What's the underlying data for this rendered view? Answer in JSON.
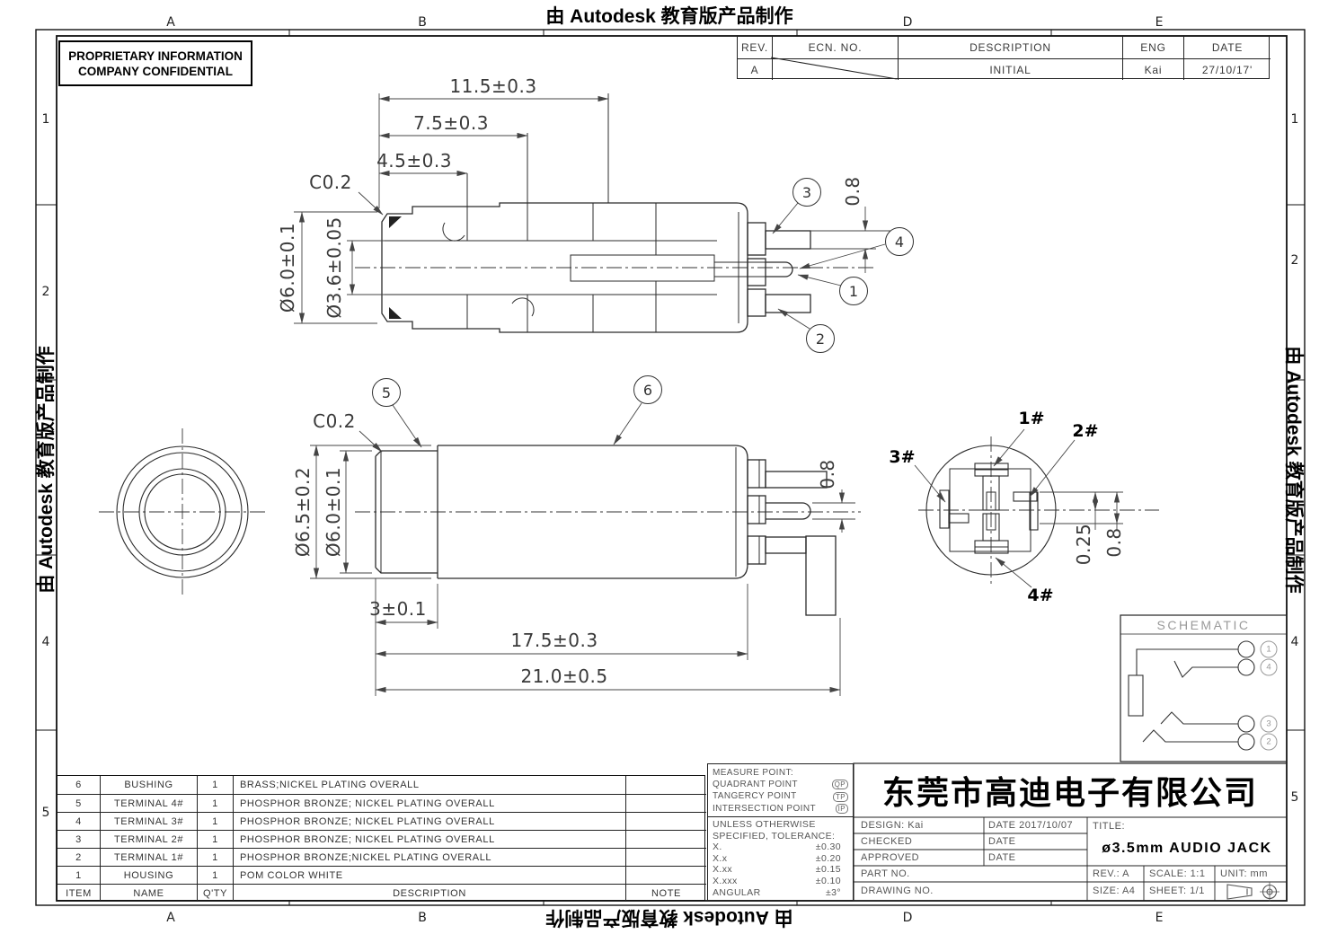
{
  "watermark": "由 Autodesk 教育版产品制作",
  "zones": {
    "cols": [
      "A",
      "B",
      "D",
      "E"
    ],
    "rows": [
      "1",
      "2",
      "4",
      "5"
    ]
  },
  "stamp": {
    "line1": "PROPRIETARY INFORMATION",
    "line2": "COMPANY CONFIDENTIAL"
  },
  "revision_table": {
    "headers": [
      "REV.",
      "ECN.  NO.",
      "DESCRIPTION",
      "ENG",
      "DATE"
    ],
    "row": {
      "rev": "A",
      "description": "INITIAL",
      "eng": "Kai",
      "date": "27/10/17'"
    }
  },
  "upper_view": {
    "dim_11_5": "11.5±0.3",
    "dim_7_5": "7.5±0.3",
    "dim_4_5": "4.5±0.3",
    "chamfer": "C0.2",
    "dia_6_0": "Ø6.0±0.1",
    "dia_3_6": "Ø3.6±0.05",
    "dim_0_8": "0.8"
  },
  "lower_view": {
    "chamfer": "C0.2",
    "dia_6_5": "Ø6.5±0.2",
    "dia_6_0": "Ø6.0±0.1",
    "dim_3": "3±0.1",
    "dim_17_5": "17.5±0.3",
    "dim_21": "21.0±0.5",
    "dim_0_8": "0.8"
  },
  "rear_view": {
    "pin1": "1#",
    "pin2": "2#",
    "pin3": "3#",
    "pin4": "4#",
    "dim_0_25": "0.25",
    "dim_0_8": "0.8"
  },
  "balloons": [
    "1",
    "2",
    "3",
    "4",
    "5",
    "6"
  ],
  "schematic": {
    "title": "SCHEMATIC",
    "pins": [
      "1",
      "4",
      "3",
      "2"
    ]
  },
  "bom": {
    "headers": [
      "ITEM",
      "NAME",
      "Q'TY",
      "DESCRIPTION",
      "NOTE"
    ],
    "rows": [
      {
        "item": "6",
        "name": "BUSHING",
        "qty": "1",
        "desc": "BRASS;NICKEL  PLATING  OVERALL"
      },
      {
        "item": "5",
        "name": "TERMINAL  4#",
        "qty": "1",
        "desc": "PHOSPHOR  BRONZE;  NICKEL  PLATING  OVERALL"
      },
      {
        "item": "4",
        "name": "TERMINAL  3#",
        "qty": "1",
        "desc": "PHOSPHOR  BRONZE;  NICKEL  PLATING  OVERALL"
      },
      {
        "item": "3",
        "name": "TERMINAL  2#",
        "qty": "1",
        "desc": "PHOSPHOR  BRONZE;  NICKEL  PLATING  OVERALL"
      },
      {
        "item": "2",
        "name": "TERMINAL  1#",
        "qty": "1",
        "desc": "PHOSPHOR  BRONZE;NICKEL  PLATING  OVERALL"
      },
      {
        "item": "1",
        "name": "HOUSING",
        "qty": "1",
        "desc": "POM    COLOR  WHITE"
      }
    ]
  },
  "measure_point": {
    "title": "MEASURE  POINT:",
    "quadrant": "QUADRANT  POINT",
    "quadrant_badge": "QP",
    "tangercy": "TANGERCY  POINT",
    "tangercy_badge": "TP",
    "intersection": "INTERSECTION  POINT",
    "intersection_badge": "IP",
    "tol_line1": "UNLESS  OTHERWISE",
    "tol_line2": "SPECIFIED,  TOLERANCE:",
    "tols": [
      {
        "k": "X.",
        "v": "±0.30"
      },
      {
        "k": "X.x",
        "v": "±0.20"
      },
      {
        "k": "X.xx",
        "v": "±0.15"
      },
      {
        "k": "X.xxx",
        "v": "±0.10"
      },
      {
        "k": "ANGULAR",
        "v": "±3°"
      }
    ]
  },
  "title_block": {
    "company": "东莞市高迪电子有限公司",
    "design": "DESIGN:  Kai",
    "design_date": "DATE  2017/10/07",
    "checked": "CHECKED",
    "checked_date": "DATE",
    "approved": "APPROVED",
    "approved_date": "DATE",
    "part_no": "PART  NO.",
    "drawing_no": "DRAWING  NO.",
    "title_label": "TITLE:",
    "title": "ø3.5mm  AUDIO  JACK",
    "rev": "REV.:   A",
    "scale": "SCALE:   1:1",
    "unit": "UNIT:   mm",
    "size": "SIZE:   A4",
    "sheet": "SHEET:   1/1"
  }
}
